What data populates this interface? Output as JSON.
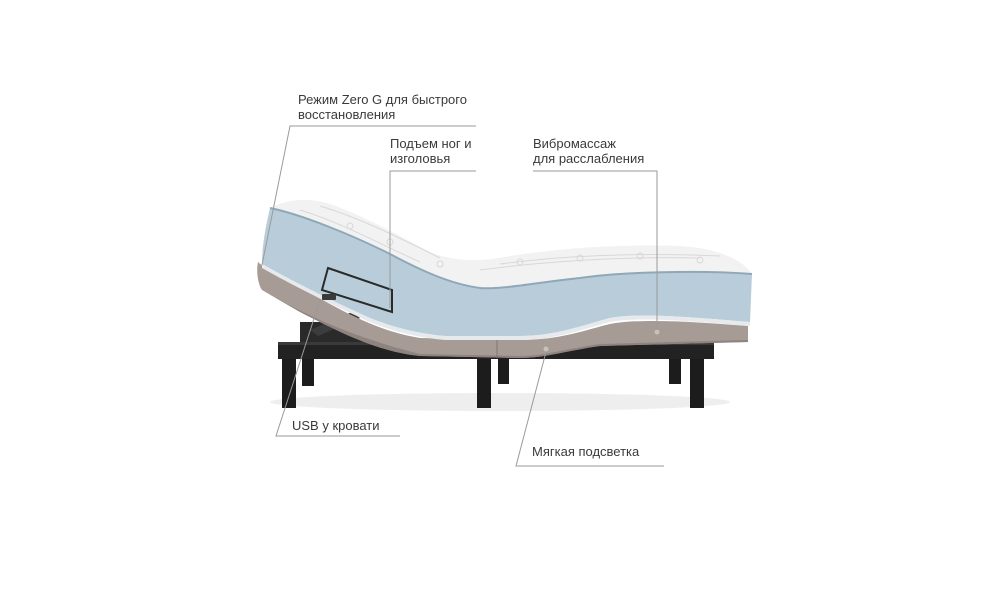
{
  "features": {
    "zero_g": "Режим Zero G для быстрого\nвосстановления",
    "lift": "Подъем ног и\nизголовья",
    "vibro": "Вибромассаж\nдля расслабления",
    "usb": "USB у кровати",
    "light": "Мягкая подсветка"
  },
  "colors": {
    "text": "#3a3a3a",
    "leader_line": "#9a9a9a",
    "mattress_side": "#b8cdd9",
    "mattress_top": "#f2f2f2",
    "base_fabric": "#a79b95",
    "frame": "#1c1c1c"
  }
}
